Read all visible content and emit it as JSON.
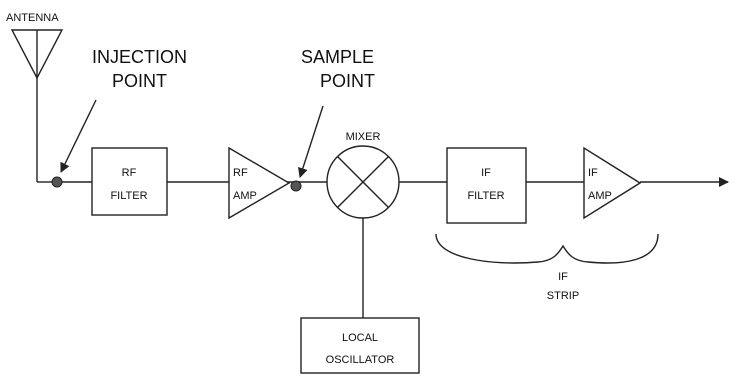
{
  "labels": {
    "antenna": "ANTENNA",
    "injection_1": "INJECTION",
    "injection_2": "POINT",
    "sample_1": "SAMPLE",
    "sample_2": "POINT",
    "rf_filter_1": "RF",
    "rf_filter_2": "FILTER",
    "rf_amp_1": "RF",
    "rf_amp_2": "AMP",
    "mixer": "MIXER",
    "if_filter_1": "IF",
    "if_filter_2": "FILTER",
    "if_amp_1": "IF",
    "if_amp_2": "AMP",
    "if_strip_1": "IF",
    "if_strip_2": "STRIP",
    "lo_1": "LOCAL",
    "lo_2": "OSCILLATOR"
  }
}
